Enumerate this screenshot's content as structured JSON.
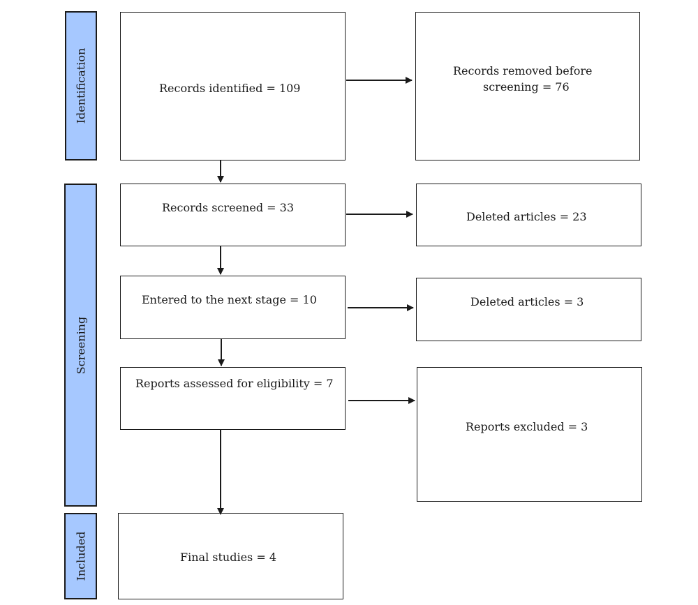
{
  "phases": {
    "identification": "Identification",
    "screening": "Screening",
    "included": "Included"
  },
  "boxes": {
    "records_identified": "Records identified = 109",
    "records_removed_line1": "Records removed before",
    "records_removed_line2": "screening = 76",
    "records_screened": "Records screened = 33",
    "deleted_articles_1": "Deleted articles = 23",
    "entered_next_stage": "Entered to the next stage = 10",
    "deleted_articles_2": "Deleted articles = 3",
    "reports_assessed": "Reports assessed for eligibility = 7",
    "reports_excluded": "Reports excluded = 3",
    "final_studies": "Final studies = 4"
  },
  "colors": {
    "phase_fill": "#a6c8ff",
    "stroke": "#1a1a1a"
  }
}
